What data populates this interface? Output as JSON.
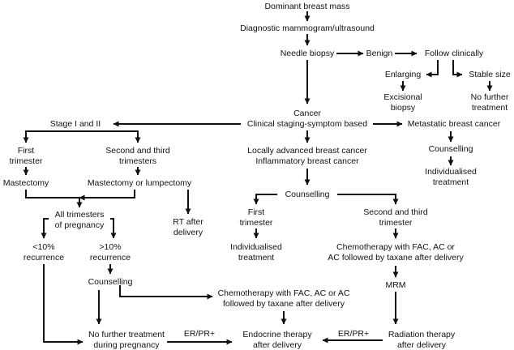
{
  "nodes": {
    "dominant_mass": [
      "Dominant breast mass"
    ],
    "diagnostic": [
      "Diagnostic mammogram/ultrasound"
    ],
    "needle_biopsy": [
      "Needle biopsy"
    ],
    "benign": [
      "Benign"
    ],
    "follow_clinically": [
      "Follow clinically"
    ],
    "enlarging": [
      "Enlarging"
    ],
    "stable_size": [
      "Stable size"
    ],
    "excisional_biopsy": [
      "Excisional",
      "biopsy"
    ],
    "no_further_treatment_top": [
      "No further",
      "treatment"
    ],
    "cancer": [
      "Cancer",
      "Clinical staging-symptom based"
    ],
    "stage_1_2": [
      "Stage I and II"
    ],
    "metastatic": [
      "Metastatic breast cancer"
    ],
    "counselling_metastatic": [
      "Counselling"
    ],
    "individualised_metastatic": [
      "Individualised",
      "treatment"
    ],
    "first_trimester_left": [
      "First",
      "trimester"
    ],
    "second_third_left": [
      "Second and third",
      "trimesters"
    ],
    "locally_advanced": [
      "Locally advanced breast cancer",
      "Inflammatory breast cancer"
    ],
    "mastectomy": [
      "Mastectomy"
    ],
    "mastectomy_or_lumpectomy": [
      "Mastectomy or lumpectomy"
    ],
    "counselling_mid": [
      "Counselling"
    ],
    "all_trimesters": [
      "All trimesters",
      "of pregnancy"
    ],
    "rt_after_delivery": [
      "RT after",
      "delivery"
    ],
    "first_trimester_mid": [
      "First",
      "trimester"
    ],
    "second_third_mid": [
      "Second and third",
      "trimester"
    ],
    "lt10": [
      "<10%",
      "recurrence"
    ],
    "gt10": [
      ">10%",
      "recurrence"
    ],
    "individualised_mid": [
      "Individualised",
      "treatment"
    ],
    "chemo_right": [
      "Chemotherapy with FAC, AC or",
      "AC followed by taxane after delivery"
    ],
    "counselling_left": [
      "Counselling"
    ],
    "mrm": [
      "MRM"
    ],
    "chemo_mid": [
      "Chemotherapy with FAC, AC or AC",
      "followed by taxane after delivery"
    ],
    "no_further_pregnancy": [
      "No further treatment",
      "during pregnancy"
    ],
    "endocrine": [
      "Endocrine therapy",
      "after delivery"
    ],
    "radiation": [
      "Radiation therapy",
      "after delivery"
    ]
  },
  "edge_labels": {
    "er_pr_left": "ER/PR+",
    "er_pr_right": "ER/PR+"
  }
}
